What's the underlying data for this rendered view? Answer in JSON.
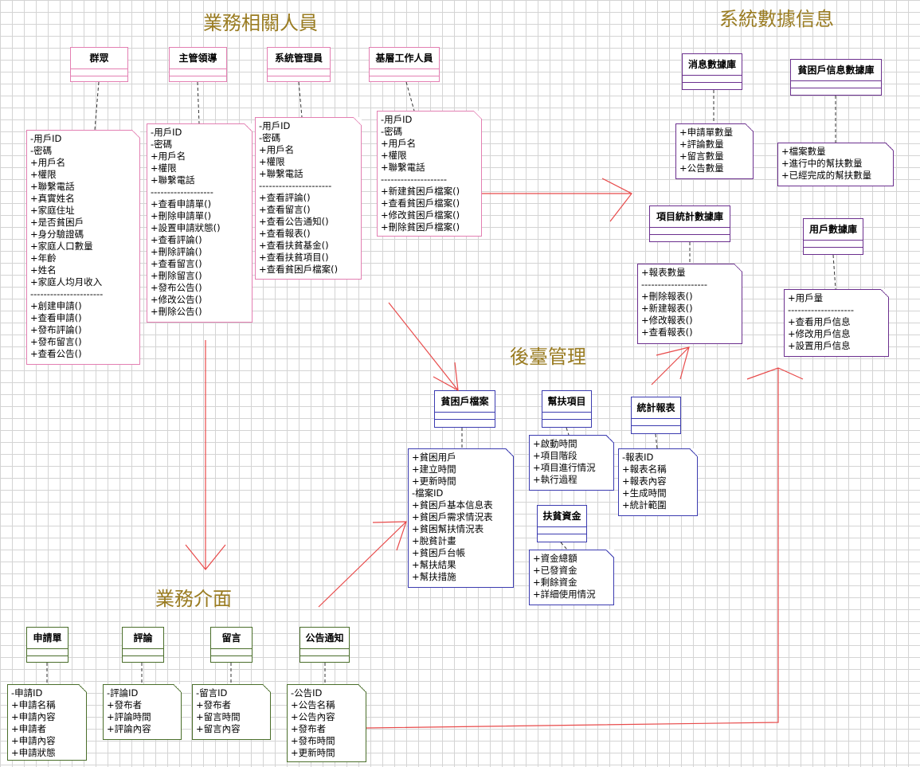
{
  "sections": {
    "business_people": "業務相關人員",
    "system_data": "系統數據信息",
    "backend": "後臺管理",
    "business_interface": "業務介面"
  },
  "classes": {
    "crowd": "群眾",
    "leader": "主管領導",
    "sysadmin": "系統管理員",
    "worker": "基層工作人員",
    "msg_db": "消息數據庫",
    "poor_db": "貧困戶信息數據庫",
    "proj_db": "項目統計數據庫",
    "user_db": "用戶數據庫",
    "poor_file": "貧困戶檔案",
    "help_proj": "幫扶項目",
    "stat_report": "統計報表",
    "fund": "扶貧資金",
    "application": "申請單",
    "comment": "評論",
    "message": "留言",
    "notice": "公告通知"
  },
  "notes": {
    "crowd": [
      "-用戶ID",
      "-密碼",
      "+用戶名",
      "+權限",
      "+聯繫電話",
      "+真實姓名",
      "+家庭住址",
      "+是否貧困戶",
      "+身分驗證碼",
      "+家庭人口數量",
      "+年齡",
      "+姓名",
      "+家庭人均月收入",
      "----------------------",
      "+創建申請()",
      "+查看申請()",
      "+發布評論()",
      "+發布留言()",
      "+查看公告()"
    ],
    "leader": [
      "-用戶ID",
      "-密碼",
      "+用戶名",
      "+權限",
      "+聯繫電話",
      "-------------------",
      "+查看申請單()",
      "+刪除申請單()",
      "+設置申請狀態()",
      "+查看評論()",
      "+刪除評論()",
      "+查看留言()",
      "+刪除留言()",
      "+發布公告()",
      "+修改公告()",
      "+刪除公告()"
    ],
    "sysadmin": [
      "-用戶ID",
      "-密碼",
      "+用戶名",
      "+權限",
      "+聯繫電話",
      "----------------------",
      "+查看評論()",
      "+查看留言()",
      "+查看公告通知()",
      "+查看報表()",
      "+查看扶貧基金()",
      "+查看扶貧項目()",
      "+查看貧困戶檔案()"
    ],
    "worker": [
      "-用戶ID",
      "-密碼",
      "+用戶名",
      "+權限",
      "+聯繫電話",
      "--------------------",
      "+新建貧困戶檔案()",
      "+查看貧困戶檔案()",
      "+修改貧困戶檔案()",
      "+刪除貧困戶檔案()"
    ],
    "msg_db": [
      "+申請單數量",
      "+評論數量",
      "+留言數量",
      "+公告數量"
    ],
    "poor_db": [
      "+檔案數量",
      "+進行中的幫扶數量",
      "+已經完成的幫扶數量"
    ],
    "proj_db": [
      "+報表數量",
      "--------------------",
      "+刪除報表()",
      "+新建報表()",
      "+修改報表()",
      "+查看報表()"
    ],
    "user_db": [
      "+用戶量",
      "--------------------",
      "+查看用戶信息",
      "+修改用戶信息",
      "+設置用戶信息"
    ],
    "poor_file": [
      "+貧困用戶",
      "+建立時間",
      "+更新時間",
      "-檔案ID",
      "+貧困戶基本信息表",
      "+貧困戶需求情況表",
      "+貧困幫扶情況表",
      "+脫貧計畫",
      "+貧困戶台帳",
      "+幫扶結果",
      "+幫扶措施"
    ],
    "help_proj": [
      "+啟動時間",
      "+項目階段",
      "+項目進行情況",
      "+執行過程"
    ],
    "stat_report": [
      "-報表ID",
      "+報表名稱",
      "+報表內容",
      "+生成時間",
      "+統計範圍"
    ],
    "fund": [
      "+資金總額",
      "+已發資金",
      "+剩餘資金",
      "+詳細使用情況"
    ],
    "application": [
      "-申請ID",
      "+申請名稱",
      "+申請內容",
      "+申請者",
      "+申請內容",
      "+申請狀態"
    ],
    "comment": [
      "-評論ID",
      "+發布者",
      "+評論時間",
      "+評論內容"
    ],
    "message": [
      "-留言ID",
      "+發布者",
      "+留言時間",
      "+留言內容"
    ],
    "notice": [
      "-公告ID",
      "+公告名稱",
      "+公告內容",
      "+發布者",
      "+發布時間",
      "+更新時間"
    ]
  },
  "colors": {
    "people": "#e37fb2",
    "data": "#6b2f8e",
    "backend": "#3b3bb0",
    "interface": "#4a6e2a",
    "arrow": "#e84a4a",
    "section_title": "#9a7c22",
    "dashed_link": "#333333"
  }
}
